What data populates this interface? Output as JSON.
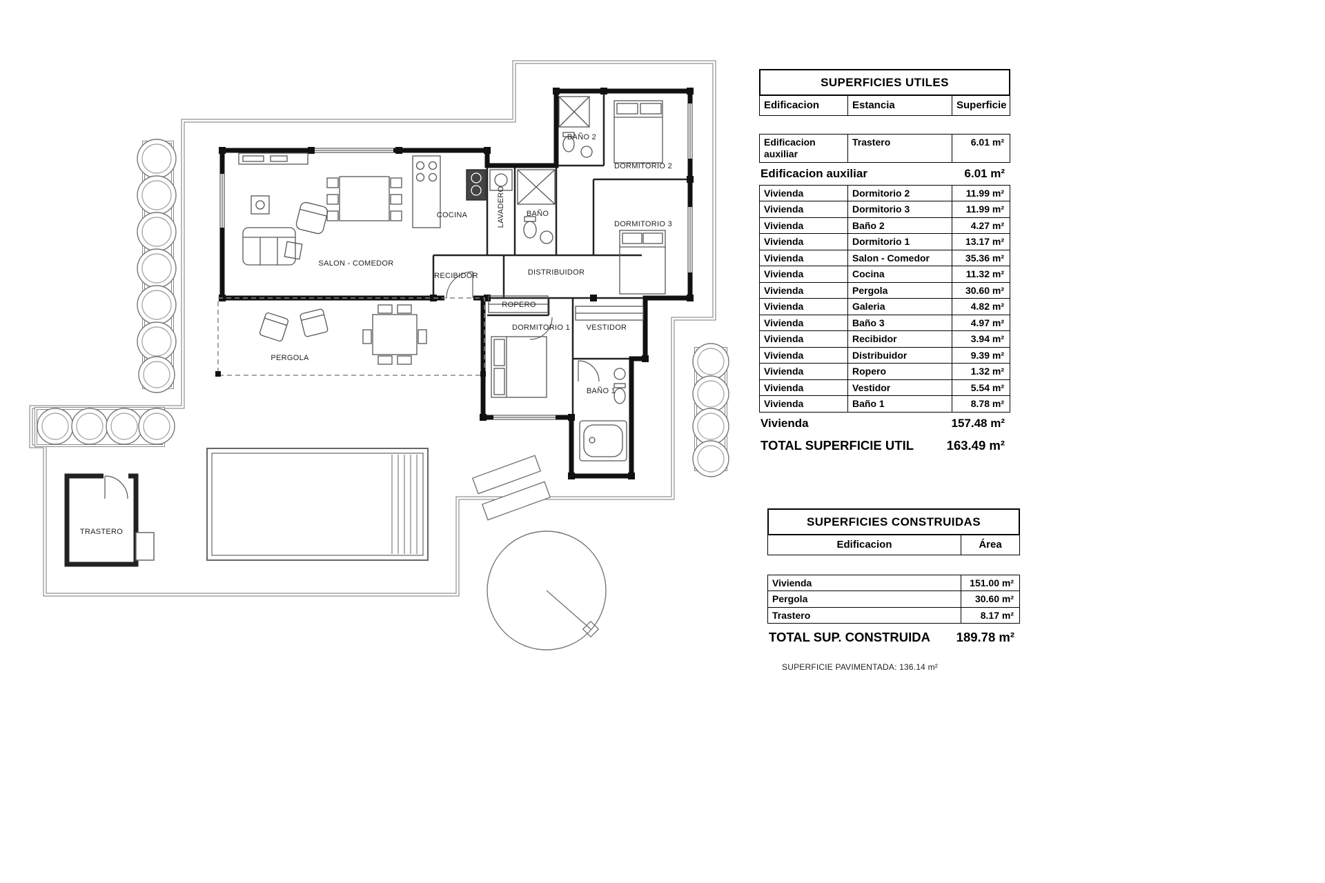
{
  "plan": {
    "rooms": [
      {
        "label": "BAÑO 2"
      },
      {
        "label": "DORMITORIO 2"
      },
      {
        "label": "LAVADERO"
      },
      {
        "label": "BAÑO"
      },
      {
        "label": "DORMITORIO 3"
      },
      {
        "label": "COCINA"
      },
      {
        "label": "SALON - COMEDOR"
      },
      {
        "label": "RECIBIDOR"
      },
      {
        "label": "DISTRIBUIDOR"
      },
      {
        "label": "ROPERO"
      },
      {
        "label": "DORMITORIO 1"
      },
      {
        "label": "VESTIDOR"
      },
      {
        "label": "PERGOLA"
      },
      {
        "label": "BAÑO 1"
      },
      {
        "label": "TRASTERO"
      }
    ]
  },
  "tables": {
    "utiles": {
      "title": "SUPERFICIES UTILES",
      "headers": {
        "edificacion": "Edificacion",
        "estancia": "Estancia",
        "superficie": "Superficie"
      },
      "aux_row": {
        "edificacion": "Edificacion auxiliar",
        "estancia": "Trastero",
        "superficie": "6.01 m²"
      },
      "aux_subtotal": {
        "label": "Edificacion auxiliar",
        "value": "6.01 m²"
      },
      "rows": [
        {
          "edificacion": "Vivienda",
          "estancia": "Dormitorio 2",
          "superficie": "11.99 m²"
        },
        {
          "edificacion": "Vivienda",
          "estancia": "Dormitorio 3",
          "superficie": "11.99 m²"
        },
        {
          "edificacion": "Vivienda",
          "estancia": "Baño 2",
          "superficie": "4.27 m²"
        },
        {
          "edificacion": "Vivienda",
          "estancia": "Dormitorio 1",
          "superficie": "13.17 m²"
        },
        {
          "edificacion": "Vivienda",
          "estancia": "Salon - Comedor",
          "superficie": "35.36 m²"
        },
        {
          "edificacion": "Vivienda",
          "estancia": "Cocina",
          "superficie": "11.32 m²"
        },
        {
          "edificacion": "Vivienda",
          "estancia": "Pergola",
          "superficie": "30.60 m²"
        },
        {
          "edificacion": "Vivienda",
          "estancia": "Galeria",
          "superficie": "4.82 m²"
        },
        {
          "edificacion": "Vivienda",
          "estancia": "Baño 3",
          "superficie": "4.97 m²"
        },
        {
          "edificacion": "Vivienda",
          "estancia": "Recibidor",
          "superficie": "3.94 m²"
        },
        {
          "edificacion": "Vivienda",
          "estancia": "Distribuidor",
          "superficie": "9.39 m²"
        },
        {
          "edificacion": "Vivienda",
          "estancia": "Ropero",
          "superficie": "1.32 m²"
        },
        {
          "edificacion": "Vivienda",
          "estancia": "Vestidor",
          "superficie": "5.54 m²"
        },
        {
          "edificacion": "Vivienda",
          "estancia": "Baño 1",
          "superficie": "8.78 m²"
        }
      ],
      "vivienda_subtotal": {
        "label": "Vivienda",
        "value": "157.48 m²"
      },
      "total": {
        "label": "TOTAL SUPERFICIE UTIL",
        "value": "163.49 m²"
      }
    },
    "construidas": {
      "title": "SUPERFICIES CONSTRUIDAS",
      "headers": {
        "edificacion": "Edificacion",
        "area": "Área"
      },
      "rows": [
        {
          "edificacion": "Vivienda",
          "area": "151.00 m²"
        },
        {
          "edificacion": "Pergola",
          "area": "30.60 m²"
        },
        {
          "edificacion": "Trastero",
          "area": "8.17 m²"
        }
      ],
      "total": {
        "label": "TOTAL SUP. CONSTRUIDA",
        "value": "189.78 m²"
      }
    }
  },
  "footer": {
    "pavimentada": "SUPERFICIE PAVIMENTADA: 136.14 m²"
  }
}
